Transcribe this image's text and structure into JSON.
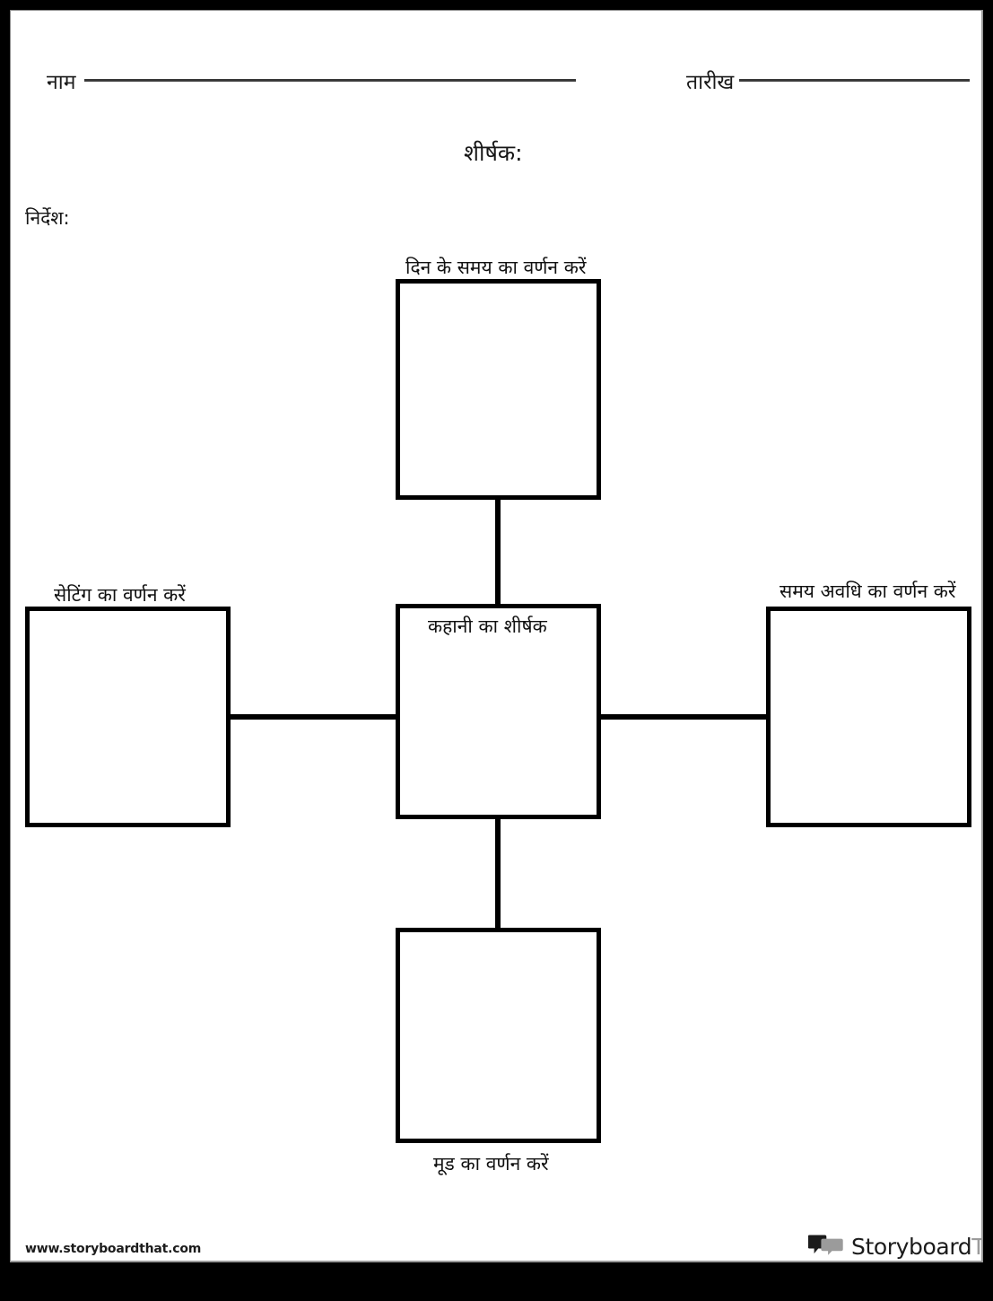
{
  "page": {
    "frame_color": "#000000",
    "sheet_color": "#ffffff",
    "ink_color": "#000000"
  },
  "header": {
    "name_label": "नाम",
    "date_label": "तारीख",
    "title_prompt": "शीर्षक:",
    "instructions_prompt": "निर्देश:",
    "name_value": "",
    "date_value": ""
  },
  "diagram": {
    "type": "spider-web-graphic-organizer",
    "center": {
      "label": "कहानी का शीर्षक",
      "value": "",
      "label_position": "inside-top"
    },
    "branches": [
      {
        "id": "top",
        "label": "दिन के समय का वर्णन करें",
        "value": "",
        "label_position": "above"
      },
      {
        "id": "left",
        "label": "सेटिंग का वर्णन करें",
        "value": "",
        "label_position": "above"
      },
      {
        "id": "right",
        "label": "समय अवधि का वर्णन करें",
        "value": "",
        "label_position": "above"
      },
      {
        "id": "bottom",
        "label": "मूड का वर्णन करें",
        "value": "",
        "label_position": "below"
      }
    ]
  },
  "footer": {
    "url": "www.storyboardthat.com",
    "logo": {
      "icon": "speech-bubbles-icon",
      "text_dark": "Storyboard",
      "text_grey": "That",
      "color_dark": "#1b1b1b",
      "color_grey": "#9b9b9b"
    }
  }
}
